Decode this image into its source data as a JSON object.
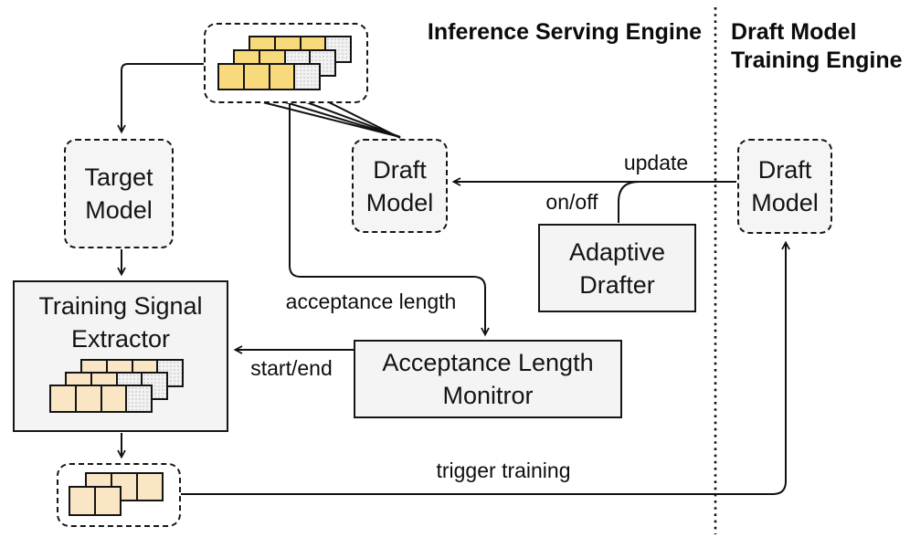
{
  "headers": {
    "left": "Inference Serving Engine",
    "right_line1": "Draft Model",
    "right_line2": "Training Engine"
  },
  "nodes": {
    "target_model": {
      "line1": "Target",
      "line2": "Model"
    },
    "draft_model_center": {
      "line1": "Draft",
      "line2": "Model"
    },
    "draft_model_right": {
      "line1": "Draft",
      "line2": "Model"
    },
    "adaptive_drafter": {
      "line1": "Adaptive",
      "line2": "Drafter"
    },
    "training_signal_extractor": {
      "line1": "Training Signal",
      "line2": "Extractor"
    },
    "acceptance_length_monitor": {
      "line1": "Acceptance Length",
      "line2": "Monitror"
    }
  },
  "edge_labels": {
    "update": "update",
    "on_off": "on/off",
    "acceptance_length": "acceptance length",
    "start_end": "start/end",
    "trigger_training": "trigger training"
  },
  "colors": {
    "accepted_token": "#F8D97C",
    "training_token": "#FAE6C4",
    "rejected_token": "#F2F2F2",
    "dashed_node_fill": "#F5F5F5",
    "solid_node_fill": "#F4F4F4",
    "line": "#111111"
  },
  "token_groups": {
    "speculative_tokens": {
      "layers": [
        [
          "gold",
          "gold",
          "gold",
          "gray"
        ],
        [
          "gold",
          "gold",
          "gray",
          "gray"
        ],
        [
          "gold",
          "gold",
          "gold",
          "gray"
        ]
      ]
    },
    "extractor_tokens": {
      "layers": [
        [
          "peach",
          "peach",
          "peach",
          "gray"
        ],
        [
          "peach",
          "peach",
          "gray",
          "gray"
        ],
        [
          "peach",
          "peach",
          "peach",
          "gray"
        ]
      ]
    },
    "training_batch_tokens": {
      "layers": [
        [
          "peach",
          "peach",
          "peach"
        ],
        [
          "peach",
          "peach"
        ]
      ]
    }
  }
}
